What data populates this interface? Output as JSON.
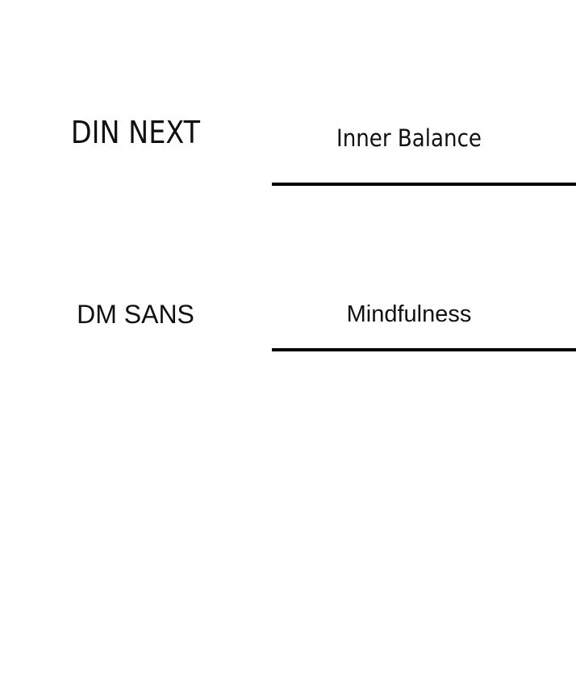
{
  "specimens": [
    {
      "font_label": "DIN NEXT",
      "sample": "Inner Balance"
    },
    {
      "font_label": "DM SANS",
      "sample": "Mindfulness"
    }
  ],
  "colors": {
    "background": "#ffffff",
    "text": "#111111",
    "rule": "#000000"
  }
}
